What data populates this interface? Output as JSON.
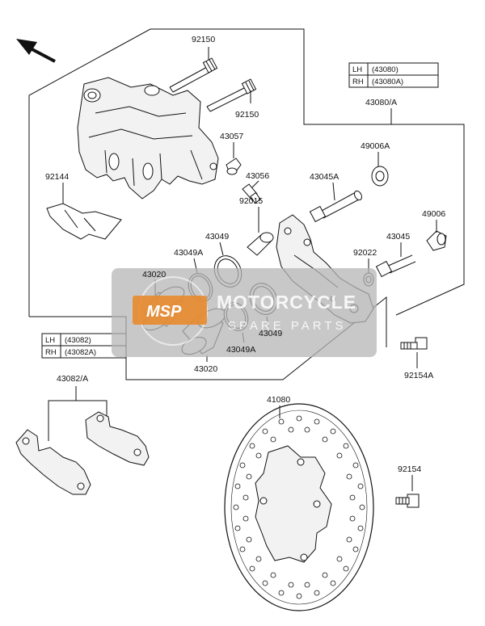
{
  "parts": {
    "p92150a": "92150",
    "p92150b": "92150",
    "p43057": "43057",
    "p43056": "43056",
    "p92144": "92144",
    "p92015": "92015",
    "p43049a": "43049",
    "p43049A_a": "43049A",
    "p43020a": "43020",
    "p43020b": "43020",
    "p43049b": "43049",
    "p43049A_b": "43049A",
    "p43045A": "43045A",
    "p49006A": "49006A",
    "p43080A": "43080/A",
    "p49006": "49006",
    "p43045": "43045",
    "p92022": "92022",
    "p92154A": "92154A",
    "p43082A": "43082/A",
    "p41080": "41080",
    "p92154": "92154"
  },
  "table_bracket": {
    "lh_side": "LH",
    "lh_code": "(43080)",
    "rh_side": "RH",
    "rh_code": "(43080A)"
  },
  "table_pads": {
    "lh_side": "LH",
    "lh_code": "(43082)",
    "rh_side": "RH",
    "rh_code": "(43082A)"
  },
  "watermark": {
    "badge": "MSP",
    "title": "MOTORCYCLE",
    "subtitle": "SPARE PARTS",
    "color_box": "#b5b5b5",
    "color_badge": "#e88a2e"
  },
  "orientation_icon": "front-direction-arrow-icon"
}
